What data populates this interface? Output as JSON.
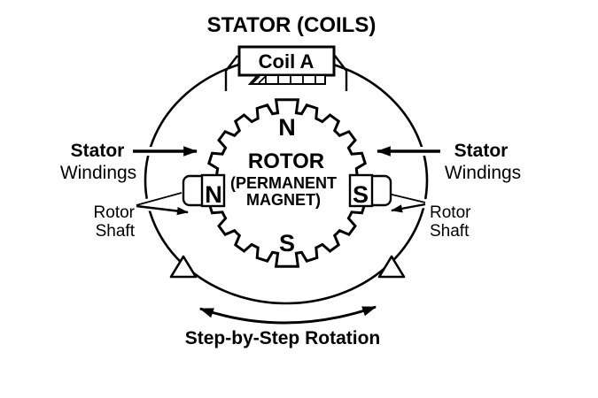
{
  "title": "STATOR (COILS)",
  "coil": {
    "label": "Coil A"
  },
  "rotor": {
    "name": "ROTOR",
    "sub1": "(PERMANENT",
    "sub2": "MAGNET)",
    "pole_top": "N",
    "pole_bottom": "S",
    "pole_left": "N",
    "pole_right": "S"
  },
  "labels": {
    "stator_windings_left": {
      "line1": "Stator",
      "line2": "Windings"
    },
    "stator_windings_right": {
      "line1": "Stator",
      "line2": "Windings"
    },
    "rotor_shaft_left": {
      "line1": "Rotor",
      "line2": "Shaft"
    },
    "rotor_shaft_right": {
      "line1": "Rotor",
      "line2": "Shaft"
    },
    "rotation": "Step-by-Step Rotation"
  },
  "colors": {
    "ink": "#000000",
    "background": "#ffffff"
  }
}
